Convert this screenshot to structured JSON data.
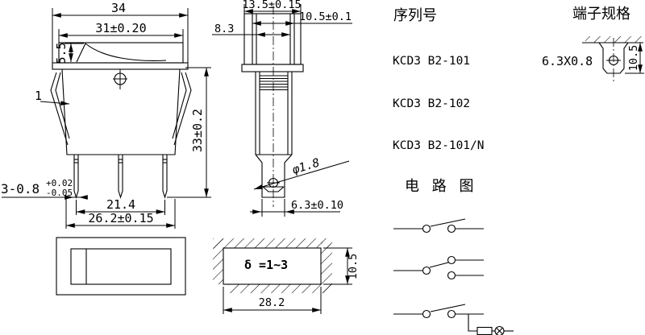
{
  "front_view": {
    "dim_width_outer": "34",
    "dim_width_bezel": "31±0.20",
    "dim_rocker_height": "5.5",
    "dim_clip_thickness": "1",
    "dim_height": "33±0.2",
    "dim_terminal": "3-0.8",
    "dim_terminal_tol_upper": "+0.02",
    "dim_terminal_tol_lower": "-0.05",
    "dim_pin_span": "21.4",
    "dim_body_width": "26.2±0.15"
  },
  "side_view": {
    "dim_width_outer": "13.5±0.15",
    "dim_opening": "10.5±0.1",
    "dim_rocker_width": "8.3",
    "dim_hole": "φ1.8",
    "dim_terminal_width": "6.3±0.10"
  },
  "panel_cutout": {
    "label_thickness": "δ =1~3",
    "dim_width": "28.2",
    "dim_height": "10.5"
  },
  "serial_numbers": {
    "title": "序列号",
    "models": [
      "KCD3 B2-101",
      "KCD3 B2-102",
      "KCD3 B2-101/N"
    ]
  },
  "terminal_spec": {
    "title": "端子规格",
    "dim_size": "6.3X0.8",
    "dim_length": "10.5"
  },
  "circuit_diagram": {
    "title": "电 路 图"
  }
}
